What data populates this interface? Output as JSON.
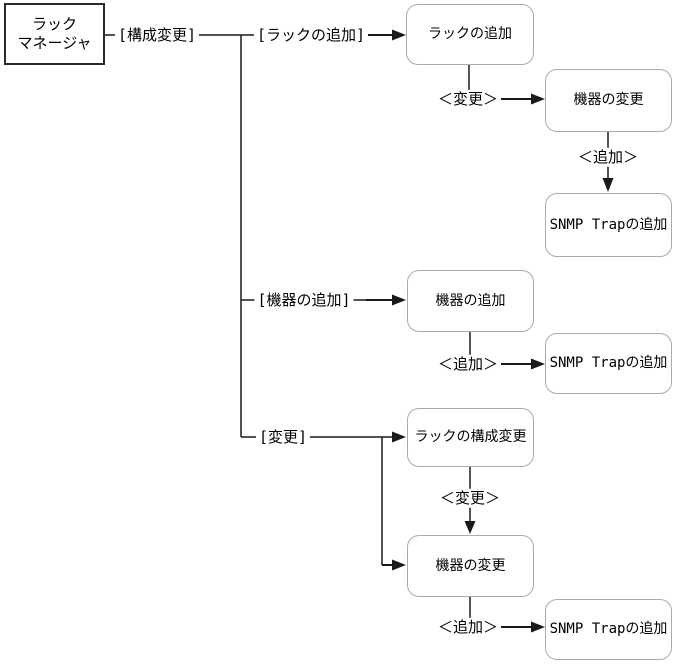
{
  "diagram": {
    "root": {
      "line1": "ラック",
      "line2": "マネージャ"
    },
    "branch_labels": {
      "config_change": "[構成変更]",
      "rack_add": "[ラックの追加]",
      "device_add": "[機器の追加]",
      "change": "[変更]"
    },
    "edge_labels": {
      "change_1": "＜変更＞",
      "add_1": "＜追加＞",
      "add_2": "＜追加＞",
      "change_2": "＜変更＞",
      "add_3": "＜追加＞"
    },
    "nodes": {
      "rack_add": "ラックの追加",
      "device_change_1": "機器の変更",
      "snmp_trap_add_1": "SNMP Trapの追加",
      "device_add": "機器の追加",
      "snmp_trap_add_2": "SNMP Trapの追加",
      "rack_config_change": "ラックの構成変更",
      "device_change_2": "機器の変更",
      "snmp_trap_add_3": "SNMP Trapの追加"
    },
    "colors": {
      "background": "#ffffff",
      "line": "#1a1a1a",
      "node_border": "#ababab",
      "root_border": "#2b2b2b",
      "text": "#000000"
    }
  }
}
